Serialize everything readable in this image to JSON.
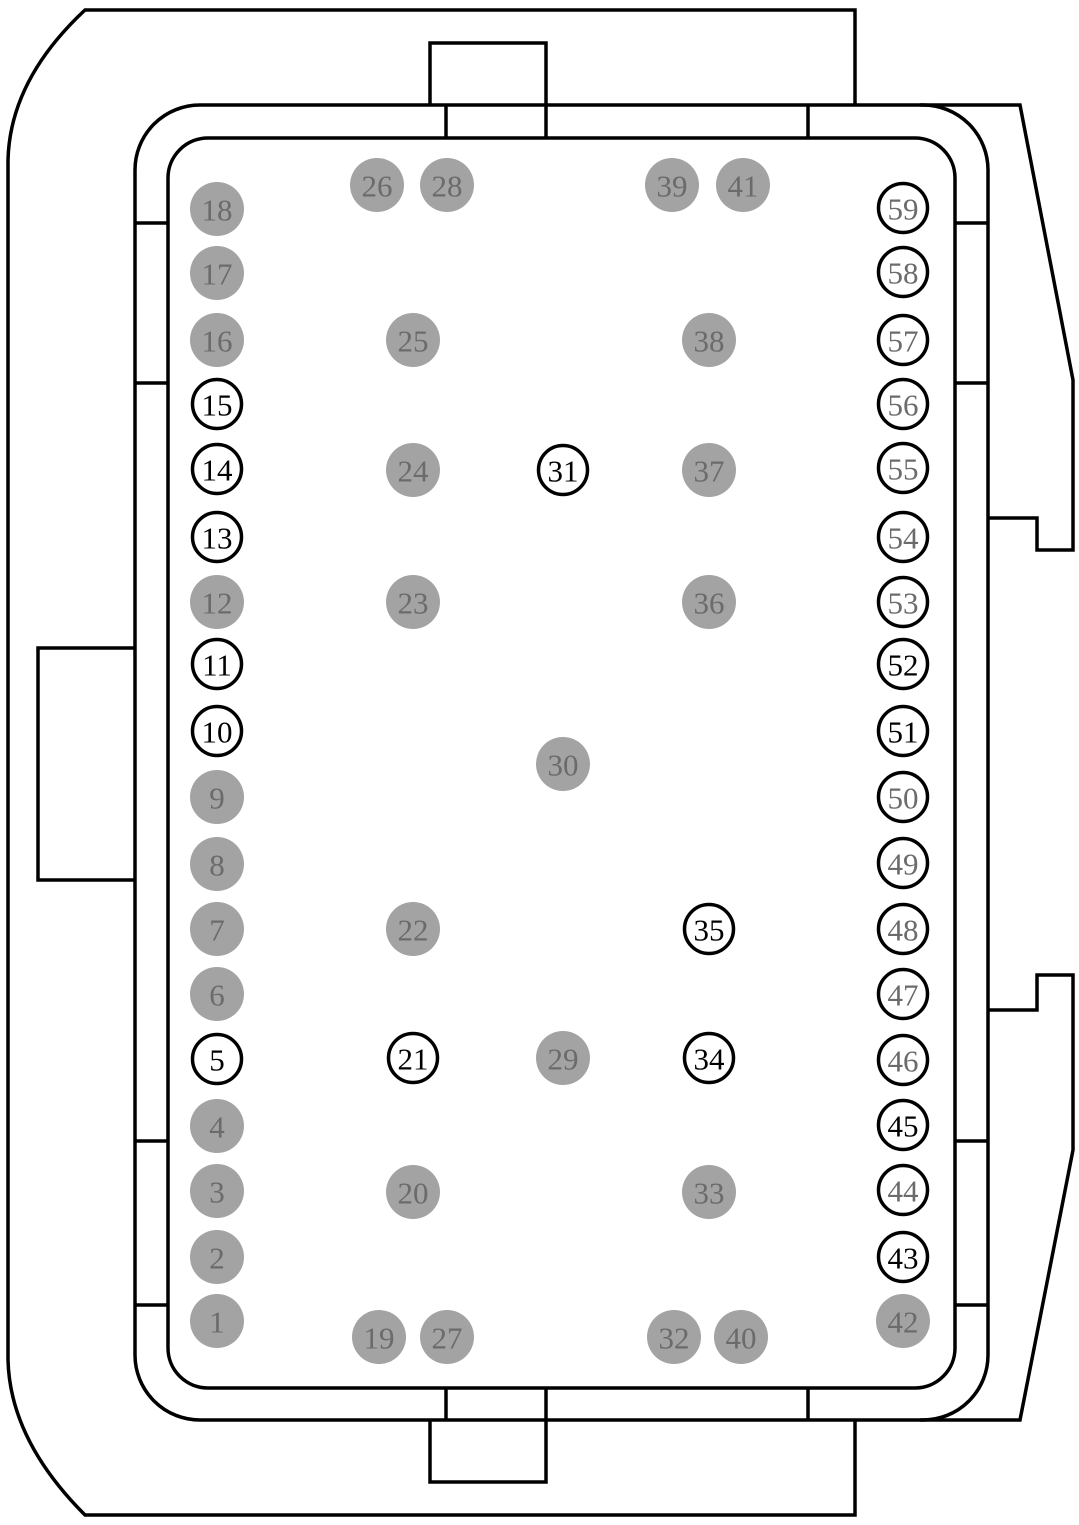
{
  "diagram": {
    "colors": {
      "filled_pin": "#a3a3a3",
      "filled_text": "#6b6b6b",
      "open_stroke": "#000000",
      "open_text_dark": "#000000",
      "open_text_gray": "#6b6b6b"
    },
    "pins": [
      {
        "label": "1",
        "style": "filled"
      },
      {
        "label": "2",
        "style": "filled"
      },
      {
        "label": "3",
        "style": "filled"
      },
      {
        "label": "4",
        "style": "filled"
      },
      {
        "label": "5",
        "style": "open"
      },
      {
        "label": "6",
        "style": "filled"
      },
      {
        "label": "7",
        "style": "filled"
      },
      {
        "label": "8",
        "style": "filled"
      },
      {
        "label": "9",
        "style": "filled"
      },
      {
        "label": "10",
        "style": "open"
      },
      {
        "label": "11",
        "style": "open"
      },
      {
        "label": "12",
        "style": "filled"
      },
      {
        "label": "13",
        "style": "open"
      },
      {
        "label": "14",
        "style": "open"
      },
      {
        "label": "15",
        "style": "open"
      },
      {
        "label": "16",
        "style": "filled"
      },
      {
        "label": "17",
        "style": "filled"
      },
      {
        "label": "18",
        "style": "filled"
      },
      {
        "label": "19",
        "style": "filled"
      },
      {
        "label": "20",
        "style": "filled"
      },
      {
        "label": "21",
        "style": "open"
      },
      {
        "label": "22",
        "style": "filled"
      },
      {
        "label": "23",
        "style": "filled"
      },
      {
        "label": "24",
        "style": "filled"
      },
      {
        "label": "25",
        "style": "filled"
      },
      {
        "label": "26",
        "style": "filled"
      },
      {
        "label": "27",
        "style": "filled"
      },
      {
        "label": "28",
        "style": "filled"
      },
      {
        "label": "29",
        "style": "filled"
      },
      {
        "label": "30",
        "style": "filled"
      },
      {
        "label": "31",
        "style": "open"
      },
      {
        "label": "32",
        "style": "filled"
      },
      {
        "label": "33",
        "style": "filled"
      },
      {
        "label": "34",
        "style": "open"
      },
      {
        "label": "35",
        "style": "open"
      },
      {
        "label": "36",
        "style": "filled"
      },
      {
        "label": "37",
        "style": "filled"
      },
      {
        "label": "38",
        "style": "filled"
      },
      {
        "label": "39",
        "style": "filled"
      },
      {
        "label": "40",
        "style": "filled"
      },
      {
        "label": "41",
        "style": "filled"
      },
      {
        "label": "42",
        "style": "filled"
      },
      {
        "label": "43",
        "style": "open"
      },
      {
        "label": "44",
        "style": "open-gray"
      },
      {
        "label": "45",
        "style": "open"
      },
      {
        "label": "46",
        "style": "open-gray"
      },
      {
        "label": "47",
        "style": "open-gray"
      },
      {
        "label": "48",
        "style": "open-gray"
      },
      {
        "label": "49",
        "style": "open-gray"
      },
      {
        "label": "50",
        "style": "open-gray"
      },
      {
        "label": "51",
        "style": "open"
      },
      {
        "label": "52",
        "style": "open"
      },
      {
        "label": "53",
        "style": "open-gray"
      },
      {
        "label": "54",
        "style": "open-gray"
      },
      {
        "label": "55",
        "style": "open-gray"
      },
      {
        "label": "56",
        "style": "open-gray"
      },
      {
        "label": "57",
        "style": "open-gray"
      },
      {
        "label": "58",
        "style": "open-gray"
      },
      {
        "label": "59",
        "style": "open-gray"
      }
    ]
  }
}
